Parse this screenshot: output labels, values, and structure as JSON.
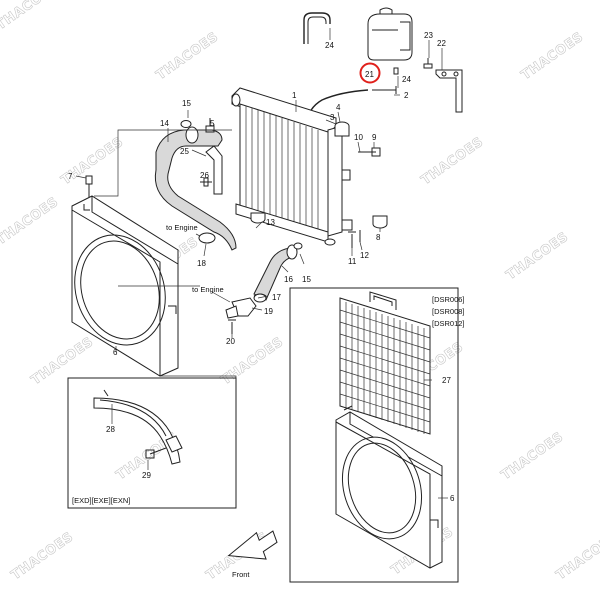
{
  "watermark": "THACOES",
  "highlighted_part": "21",
  "part_numbers": [
    "1",
    "2",
    "3",
    "4",
    "5",
    "6",
    "7",
    "8",
    "9",
    "10",
    "11",
    "12",
    "13",
    "14",
    "15",
    "16",
    "17",
    "18",
    "19",
    "20",
    "21",
    "22",
    "23",
    "24",
    "25",
    "26",
    "27",
    "28",
    "29"
  ],
  "labels": {
    "to_engine_upper": "to Engine",
    "to_engine_lower": "to Engine",
    "variant_codes_1": "[DSR006]",
    "variant_codes_2": "[DSR008]",
    "variant_codes_3": "[DSR012]",
    "option_codes": "[EXD][EXE][EXN]",
    "direction": "Front"
  }
}
